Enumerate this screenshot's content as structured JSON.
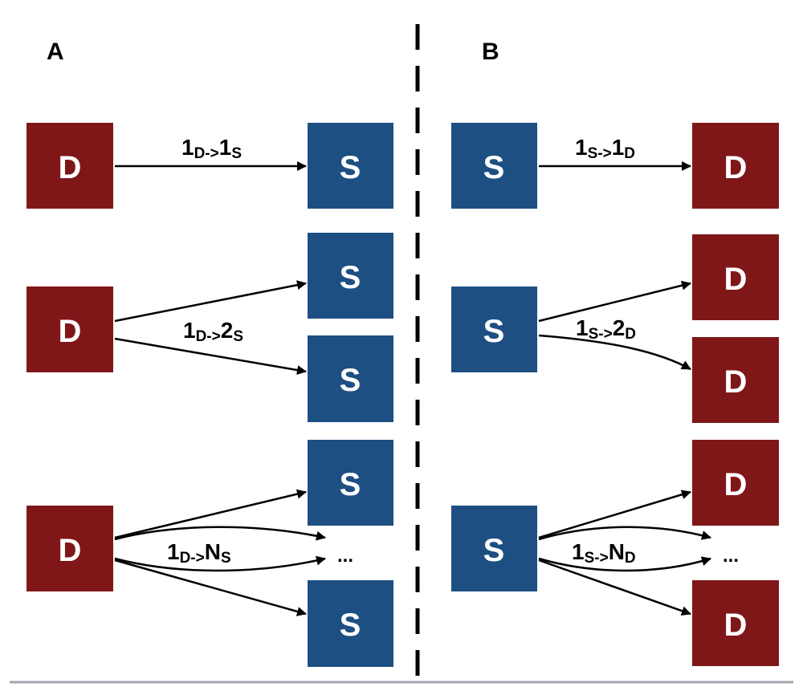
{
  "colors": {
    "D": "#7f1719",
    "S": "#1d4f82",
    "arrow": "#000000",
    "divider": "#000000",
    "baseline": "#a3a6ad"
  },
  "panels": {
    "A": {
      "label": "A",
      "rows": [
        {
          "source": "D",
          "targets": [
            "S"
          ],
          "relation": {
            "main_pre": "1",
            "sub_pre": "D->",
            "main_post": "1",
            "sub_post": "S"
          }
        },
        {
          "source": "D",
          "targets": [
            "S",
            "S"
          ],
          "relation": {
            "main_pre": "1",
            "sub_pre": "D->",
            "main_post": "2",
            "sub_post": "S"
          }
        },
        {
          "source": "D",
          "targets": [
            "S",
            "S"
          ],
          "relation": {
            "main_pre": "1",
            "sub_pre": "D->",
            "main_post": "N",
            "sub_post": "S"
          },
          "ellipsis": "..."
        }
      ]
    },
    "B": {
      "label": "B",
      "rows": [
        {
          "source": "S",
          "targets": [
            "D"
          ],
          "relation": {
            "main_pre": "1",
            "sub_pre": "S->",
            "main_post": "1",
            "sub_post": "D"
          }
        },
        {
          "source": "S",
          "targets": [
            "D",
            "D"
          ],
          "relation": {
            "main_pre": "1",
            "sub_pre": "S->",
            "main_post": "2",
            "sub_post": "D"
          }
        },
        {
          "source": "S",
          "targets": [
            "D",
            "D"
          ],
          "relation": {
            "main_pre": "1",
            "sub_pre": "S->",
            "main_post": "N",
            "sub_post": "D"
          },
          "ellipsis": "..."
        }
      ]
    }
  }
}
